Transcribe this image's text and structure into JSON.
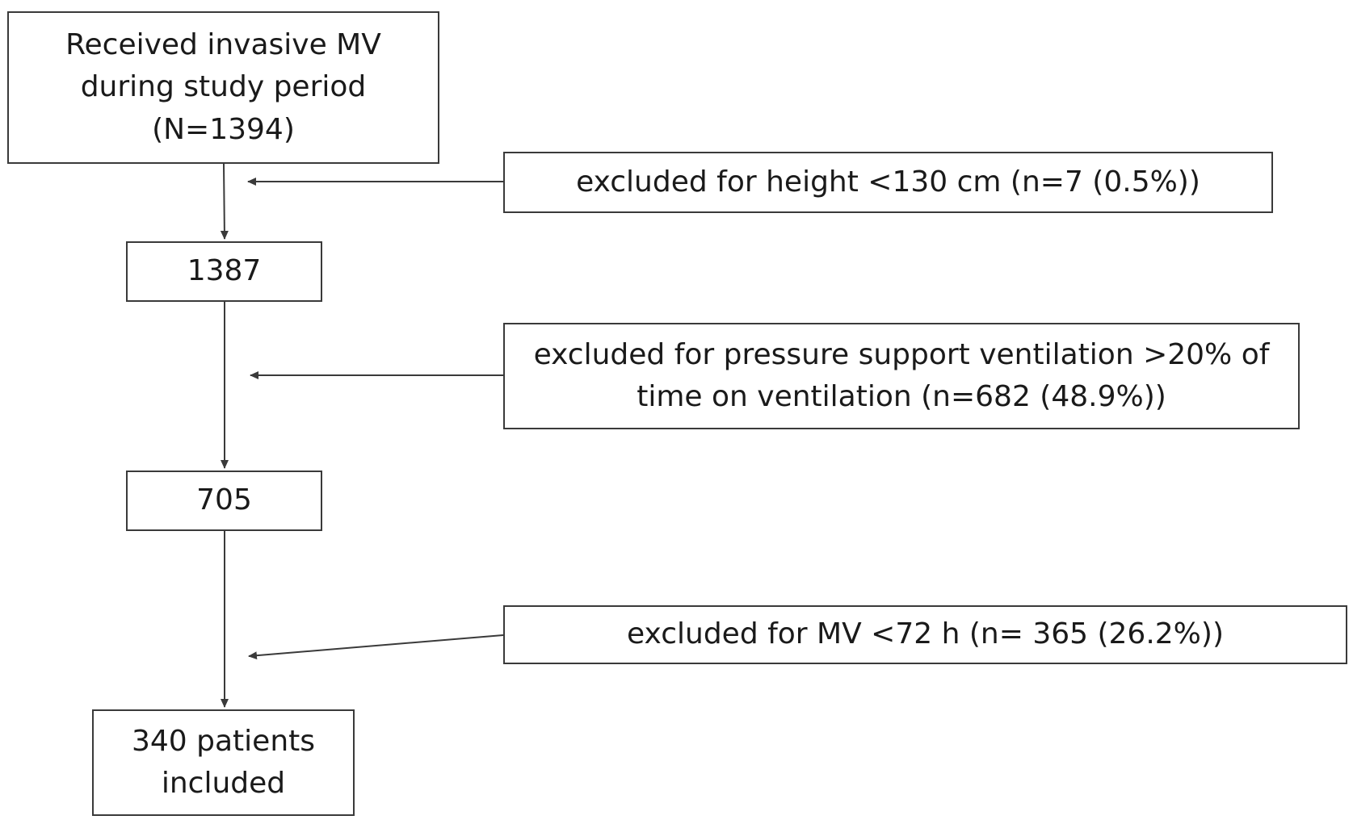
{
  "flowchart": {
    "main_steps": [
      {
        "id": "start",
        "lines": [
          "Received invasive MV",
          "during study period",
          "(N=1394)"
        ]
      },
      {
        "id": "step1",
        "lines": [
          "1387"
        ]
      },
      {
        "id": "step2",
        "lines": [
          "705"
        ]
      },
      {
        "id": "final",
        "lines": [
          "340 patients",
          "included"
        ]
      }
    ],
    "exclusions": [
      {
        "id": "excl1",
        "lines": [
          "excluded for height <130 cm (n=7 (0.5%))"
        ]
      },
      {
        "id": "excl2",
        "lines": [
          "excluded for pressure support ventilation >20% of",
          "time on ventilation (n=682 (48.9%))"
        ]
      },
      {
        "id": "excl3",
        "lines": [
          "excluded for MV <72 h (n= 365 (26.2%))"
        ]
      }
    ],
    "line_color": "#3a3a3a",
    "border_color": "#3a3a3a",
    "background": "#ffffff"
  }
}
